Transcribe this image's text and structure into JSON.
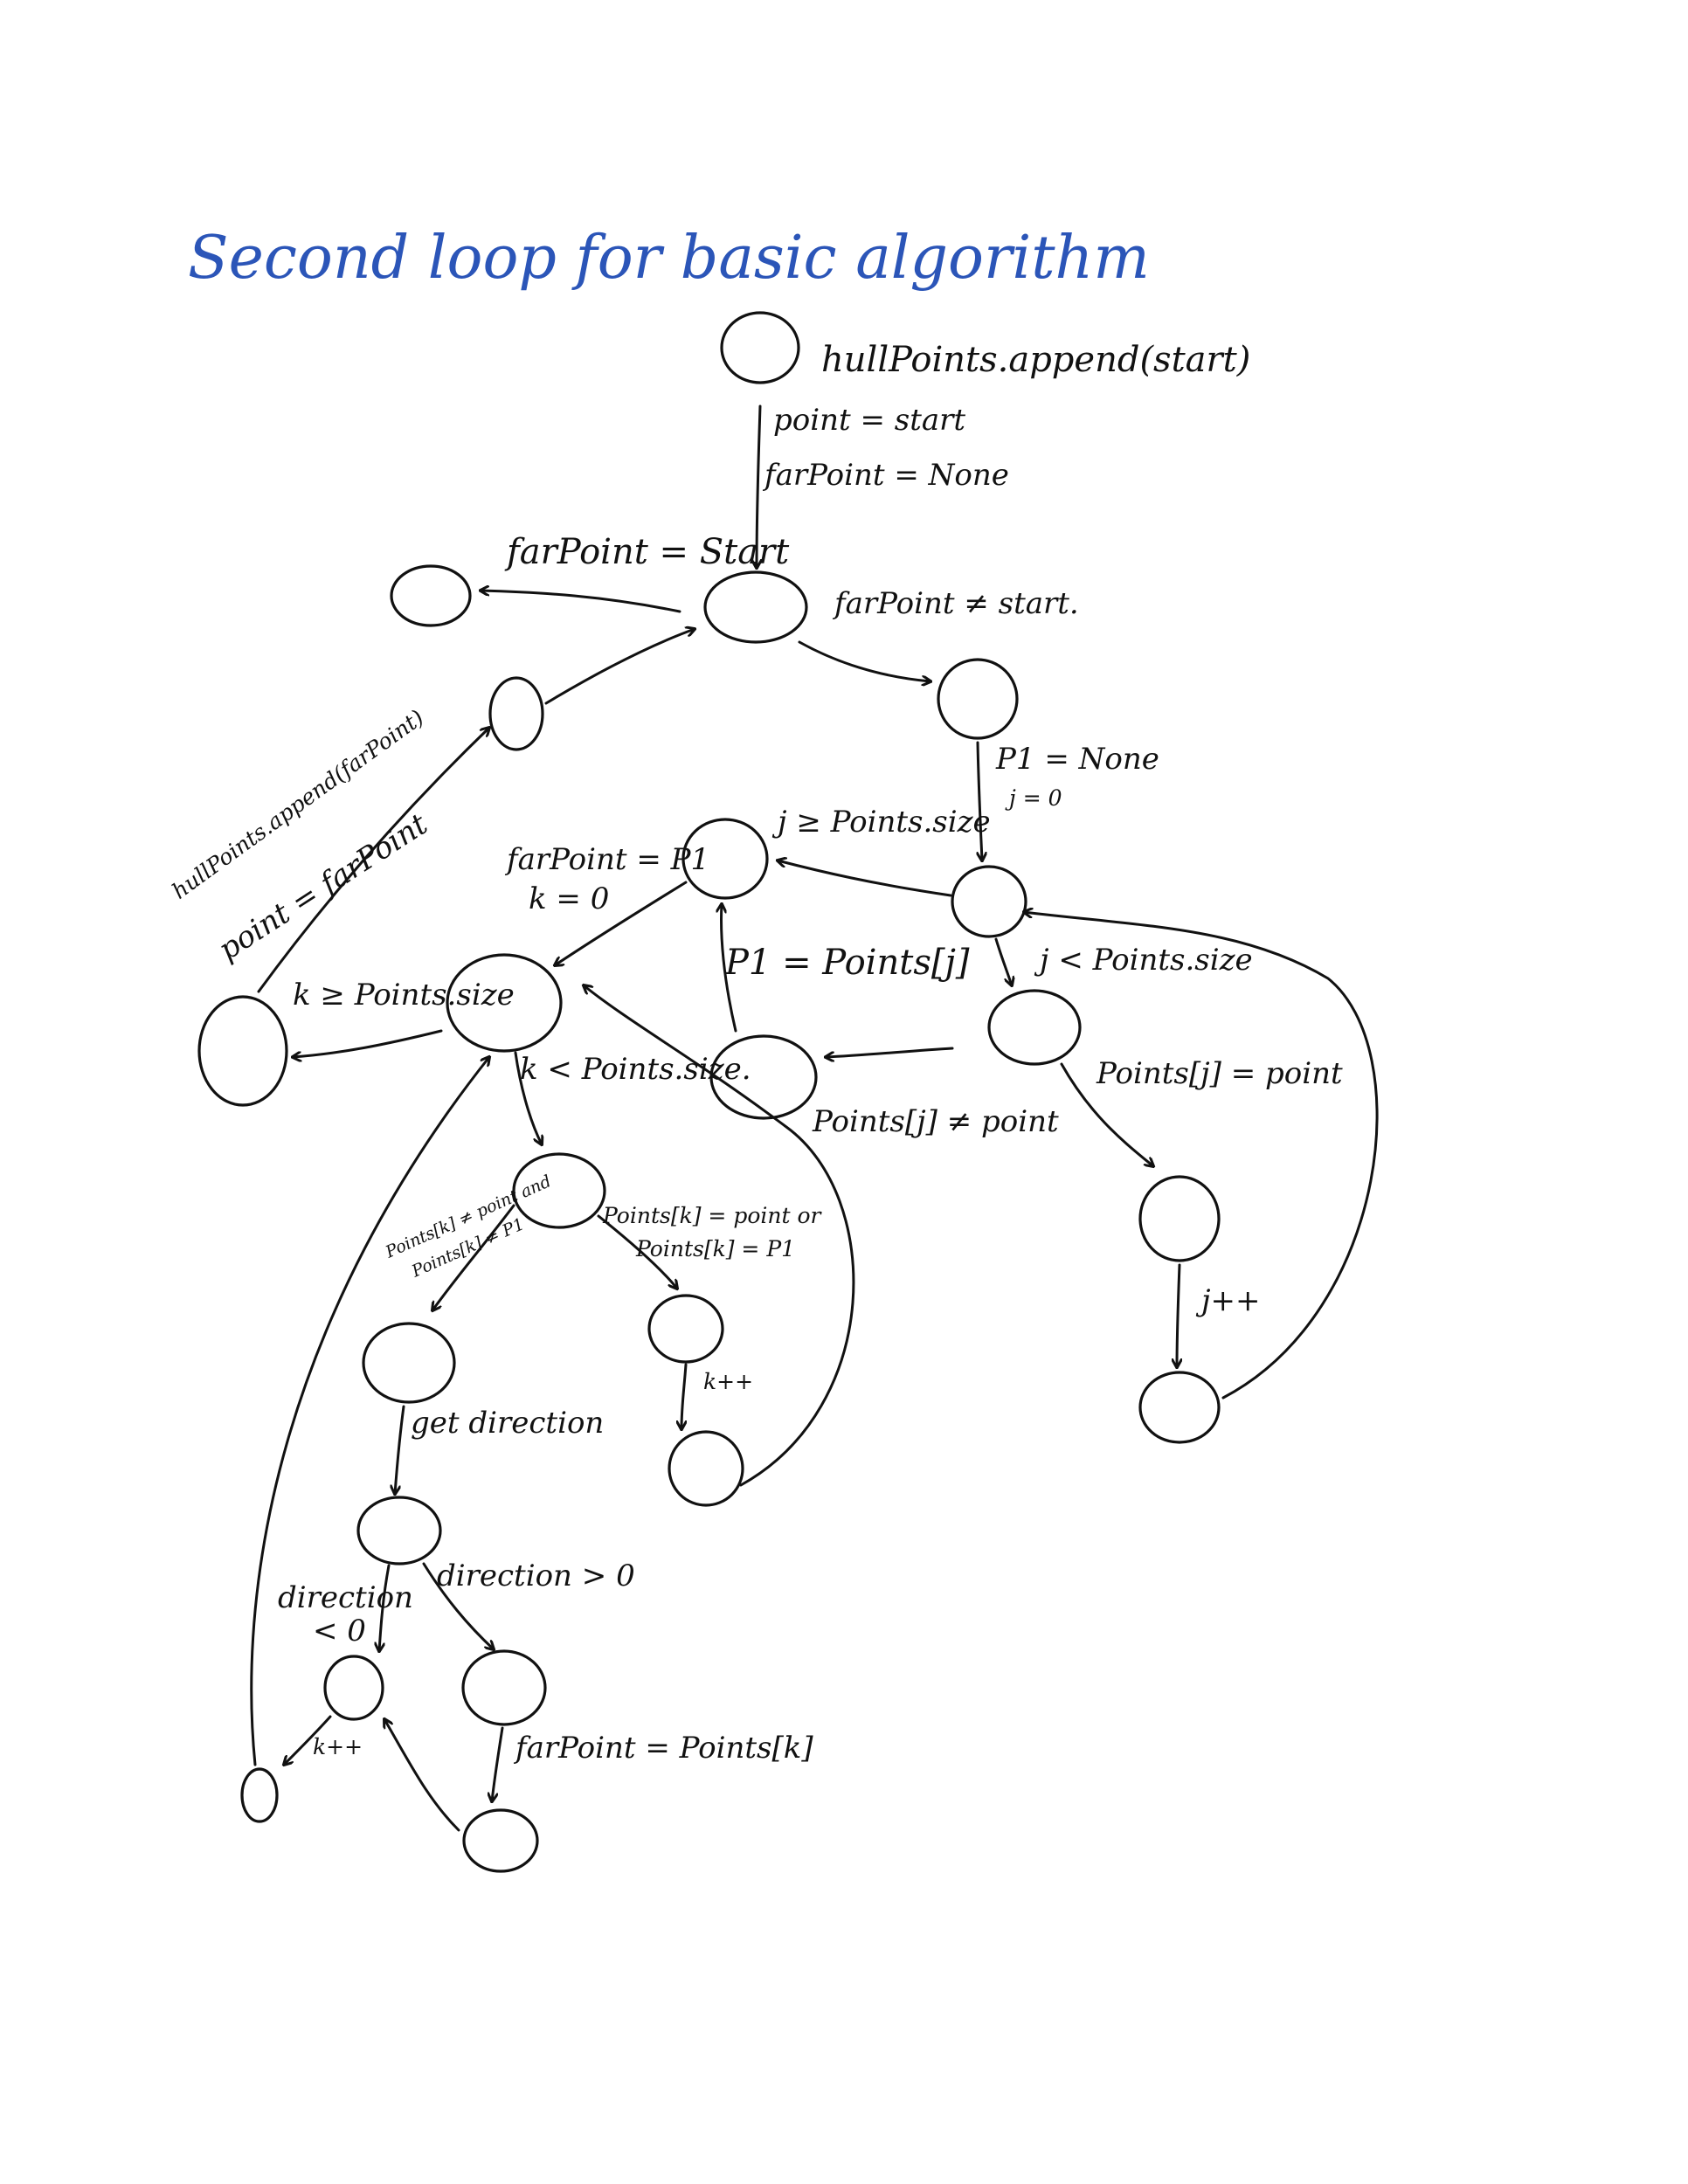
{
  "title": "Second loop for basic algorithm",
  "colors": {
    "title_ink": "#2b55b8",
    "ink": "#111111",
    "paper": "#ffffff"
  },
  "labels": {
    "init": "hullPoints.append(start)",
    "point_start": "point = start",
    "farpoint_none": "farPoint = None",
    "farpoint_eq_start": "farPoint = Start",
    "farpoint_neq_start": "farPoint ≠ start.",
    "p1_none": "P1 = None",
    "j_zero": "j = 0",
    "j_ge_size": "j ≥ Points.size",
    "j_lt_size": "j < Points.size",
    "farpoint_eq_p1": "farPoint = P1",
    "k_zero": "k = 0",
    "hull_append_farpoint": "hullPoints.append(farPoint)",
    "point_eq_farpoint": "point = farPoint",
    "k_ge_size": "k ≥ Points.size",
    "k_lt_size": "k < Points.size.",
    "p1_eq_points_j": "P1 = Points[j]",
    "points_j_neq_point": "Points[j] ≠ point",
    "points_j_eq_point": "Points[j] = point",
    "j_inc": "j++",
    "cond_neq_line1": "Points[k] ≠ point and",
    "cond_neq_line2": "Points[k] ≠ P1",
    "cond_eq_line1": "Points[k] = point or",
    "cond_eq_line2": "Points[k] = P1",
    "k_inc": "k++",
    "get_direction": "get direction",
    "direction_lt_line1": "direction",
    "direction_lt_line2": "< 0",
    "direction_gt": "direction > 0",
    "k_inc_2": "k++",
    "farpoint_eq_points_k": "farPoint = Points[k]"
  }
}
